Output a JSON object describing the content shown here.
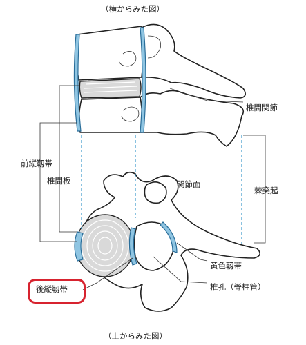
{
  "captions": {
    "side_view": "（横からみた図）",
    "top_view": "（上からみた図）"
  },
  "labels": {
    "facet_joint": "椎間関節",
    "anterior_longitudinal_ligament": "前縦靱帯",
    "intervertebral_disc": "椎間板",
    "articular_surface": "関節面",
    "spinous_process": "棘突起",
    "ligamentum_flavum": "黄色靱帯",
    "vertebral_foramen": "椎孔（脊柱管）",
    "posterior_longitudinal_ligament": "後縦靱帯"
  },
  "colors": {
    "ligament": "#8fc5e2",
    "ligament_edge": "#2a6e9a",
    "disc": "#d9d9d9",
    "guide": "#2a8fc6",
    "highlight": "#d7232f"
  },
  "highlighted": "posterior_longitudinal_ligament"
}
